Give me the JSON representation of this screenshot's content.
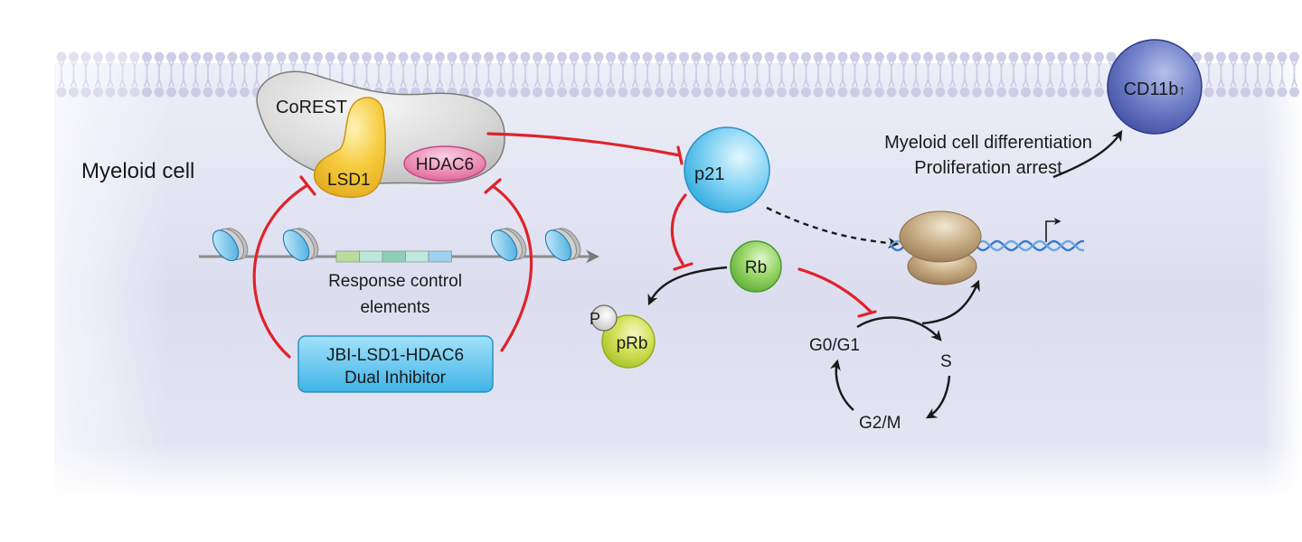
{
  "title": "JBI-LSD1-HDAC6 dual inhibitor mechanism in myeloid cells",
  "cell_label": "Myeloid cell",
  "complex": {
    "scaffold": "CoREST",
    "enzyme1": "LSD1",
    "enzyme2": "HDAC6"
  },
  "chromatin": {
    "label_line1": "Response control",
    "label_line2": "elements",
    "element_colors": [
      "#b9dc9a",
      "#bfe6dc",
      "#8fcfb8",
      "#bfe8e0",
      "#9fd0ee"
    ]
  },
  "inhibitor": {
    "line1": "JBI-LSD1-HDAC6",
    "line2": "Dual Inhibitor"
  },
  "p21": "p21",
  "rb": "Rb",
  "prb": "pRb",
  "phosphate": "P",
  "cell_cycle": {
    "g0g1": "G0/G1",
    "s": "S",
    "g2m": "G2/M"
  },
  "outcome": {
    "line1": "Myeloid cell differentiation",
    "line2": "Proliferation arrest"
  },
  "marker": "CD11b",
  "marker_arrow": "↑",
  "colors": {
    "inhibition": "#e0222a",
    "activation": "#1a1a1a",
    "membrane": "#c9c9e6",
    "background": "#dddff0",
    "corest": "#d7d7d7",
    "lsd1": "#f3c12e",
    "hdac6": "#ea78a8",
    "p21": "#5ec3ec",
    "rb": "#7fc94e",
    "prb": "#c6dc3c",
    "cd11b": "#5667b6",
    "inhibitor_box": "#5cc6ee",
    "transcription_complex": "#b59a72",
    "dna": "#3a78c8"
  }
}
